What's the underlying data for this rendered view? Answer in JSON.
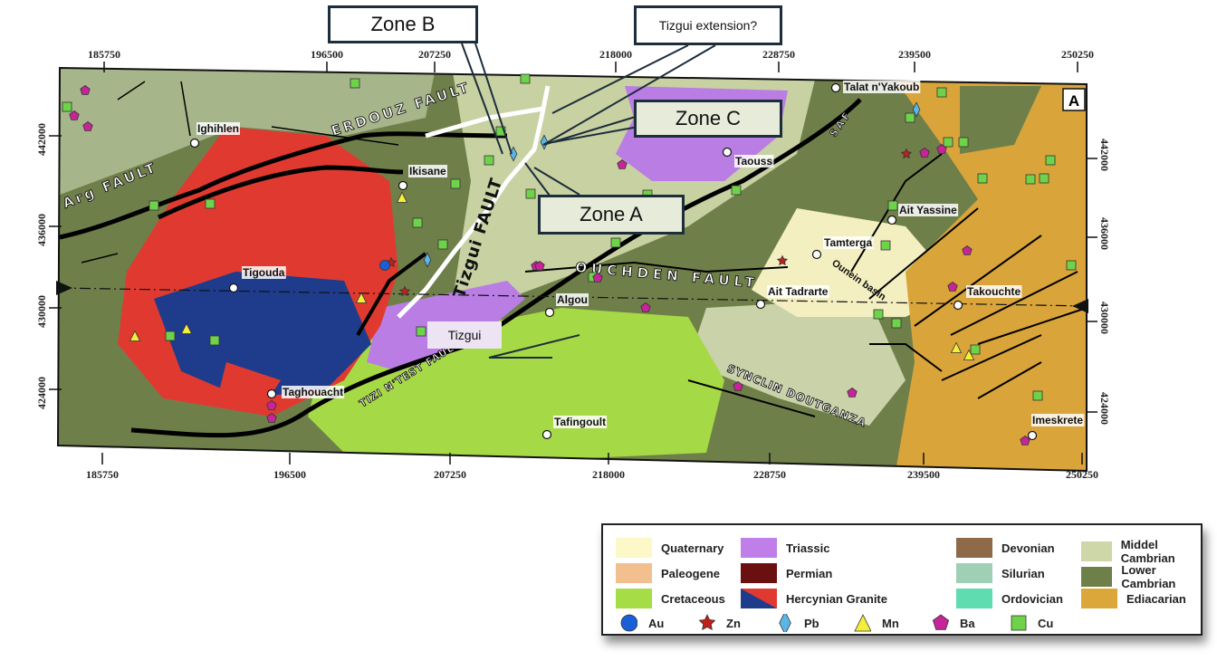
{
  "map": {
    "panel_label": "A",
    "x_ticks_top": [
      "185750",
      "196500",
      "207250",
      "218000",
      "228750",
      "239500",
      "250250"
    ],
    "x_ticks_bottom": [
      "185750",
      "196500",
      "207250",
      "218000",
      "228750",
      "239500",
      "250250"
    ],
    "y_ticks_left": [
      "442000",
      "436000",
      "430000",
      "424000"
    ],
    "y_ticks_right": [
      "442000",
      "436000",
      "430000",
      "424000"
    ],
    "faults": {
      "erdouz": "ERDOUZ FAULT",
      "arg": "Arg FAULT",
      "tizgui": "Tizgui FAULT",
      "ouchden": "OUCHDEN FAULT",
      "tizi": "TIZI N'TEST FAULT",
      "saf": "SAF",
      "synclin": "SYNCLIN DOUTGANZA",
      "ounein": "Ounein basin"
    },
    "places": [
      "Ighihlen",
      "Ikisane",
      "Tigouda",
      "Taghouacht",
      "Talat n'Yakoub",
      "Taouss",
      "Ait Yassine",
      "Tamterga",
      "Ait Tadrarte",
      "Takouchte",
      "Algou",
      "Tafingoult",
      "Imeskrete"
    ]
  },
  "callouts": {
    "zone_b": "Zone B",
    "zone_c": "Zone C",
    "zone_a": "Zone A",
    "tizgui_extension": "Tizgui extension?",
    "tizgui": "Tizgui"
  },
  "legend": {
    "units": [
      {
        "label": "Quaternary",
        "color": "#fdf8c8"
      },
      {
        "label": "Paleogene",
        "color": "#f2bf8e"
      },
      {
        "label": "Cretaceous",
        "color": "#a6dc46"
      },
      {
        "label": "Triassic",
        "color": "#bf7ee8"
      },
      {
        "label": "Permian",
        "color": "#6b1010"
      },
      {
        "label": "Hercynian Granite",
        "color": "#e03a30"
      },
      {
        "label": "Devonian",
        "color": "#8e6a48"
      },
      {
        "label": "Silurian",
        "color": "#9fcfb4"
      },
      {
        "label": "Ordovician",
        "color": "#5fdcb0"
      },
      {
        "label": "Middel Cambrian",
        "color": "#cdd7a8"
      },
      {
        "label": "Lower Cambrian",
        "color": "#6f7f4a"
      },
      {
        "label": "Ediacarian",
        "color": "#dba63a"
      }
    ],
    "minerals": [
      {
        "label": "Au",
        "symbol": "circle",
        "color": "#1a5fd8"
      },
      {
        "label": "Zn",
        "symbol": "star",
        "color": "#c0201a"
      },
      {
        "label": "Pb",
        "symbol": "diamond",
        "color": "#5ab6e6"
      },
      {
        "label": "Mn",
        "symbol": "triangle",
        "color": "#f4ef3a"
      },
      {
        "label": "Ba",
        "symbol": "pentagon",
        "color": "#c8249a"
      },
      {
        "label": "Cu",
        "symbol": "square",
        "color": "#6ed34a"
      }
    ]
  }
}
